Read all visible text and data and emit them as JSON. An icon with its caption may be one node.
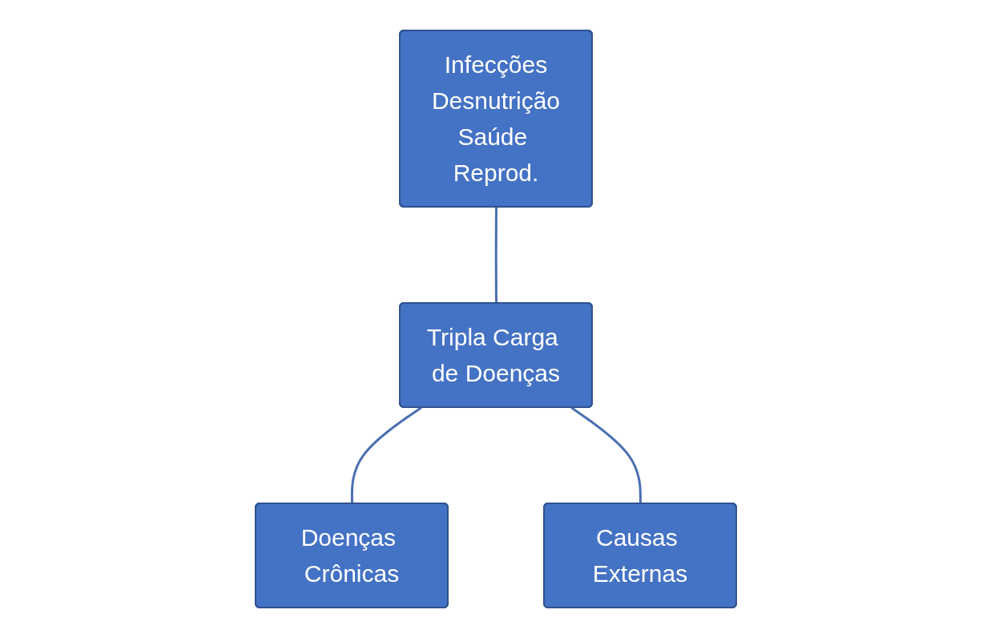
{
  "diagram": {
    "nodes": [
      {
        "text": [
          "Infecções",
          "Desnutrição",
          "Saúde Reprod."
        ]
      },
      {
        "text": [
          "Tripla Carga de Doenças"
        ]
      },
      {
        "text": [
          "Doenças Crônicas"
        ]
      },
      {
        "text": [
          "Causas Externas"
        ]
      }
    ],
    "edges": [
      {
        "from": 0,
        "to": 1,
        "arrow": "none"
      },
      {
        "from": 1,
        "to": 2,
        "arrow": "none"
      },
      {
        "from": 1,
        "to": 3,
        "arrow": "none"
      }
    ]
  }
}
